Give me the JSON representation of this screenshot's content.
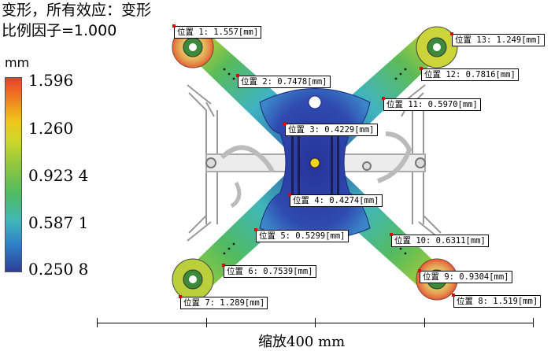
{
  "header": {
    "line1": "变形，所有效应：变形",
    "line2": "比例因子=1.000"
  },
  "legend": {
    "unit": "mm",
    "ticks": [
      "1.596",
      "1.260",
      "0.923 4",
      "0.587 1",
      "0.250 8"
    ],
    "colors": {
      "max": "#e8412c",
      "high": "#f1c41c",
      "mid": "#8cc63f",
      "low": "#3fb7b9",
      "min": "#2c3f96"
    }
  },
  "probes": [
    {
      "label": "位置 1: 1.557[mm]"
    },
    {
      "label": "位置 2: 0.7478[mm]"
    },
    {
      "label": "位置 3: 0.4229[mm]"
    },
    {
      "label": "位置 4: 0.4274[mm]"
    },
    {
      "label": "位置 5: 0.5299[mm]"
    },
    {
      "label": "位置 6: 0.7539[mm]"
    },
    {
      "label": "位置 7: 1.289[mm]"
    },
    {
      "label": "位置 8: 1.519[mm]"
    },
    {
      "label": "位置 9: 0.9304[mm]"
    },
    {
      "label": "位置 10: 0.6311[mm]"
    },
    {
      "label": "位置 11: 0.5970[mm]"
    },
    {
      "label": "位置 12: 0.7816[mm]"
    },
    {
      "label": "位置 13: 1.249[mm]"
    }
  ],
  "scale_bar": {
    "label": "缩放400 mm"
  }
}
